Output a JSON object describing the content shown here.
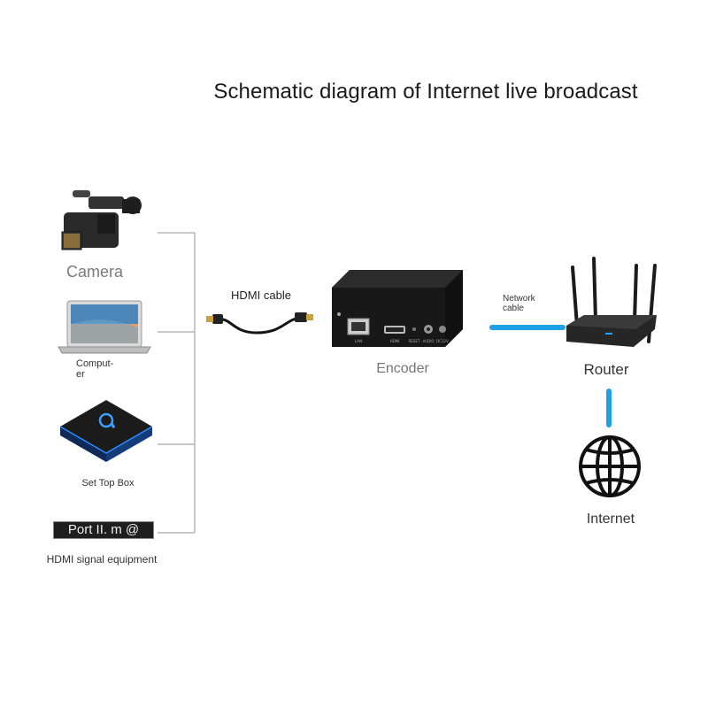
{
  "title": "Schematic diagram of Internet live broadcast",
  "sources": {
    "camera": "Camera",
    "computer_line1": "Comput-",
    "computer_line2": "er",
    "set_top_box": "Set Top Box",
    "port_badge": "Port II. m @",
    "hdmi_equipment": "HDMI signal equipment"
  },
  "cable": {
    "label": "HDMI cable"
  },
  "encoder": {
    "label": "Encoder",
    "port_labels": [
      "LAN",
      "HDMI",
      "RESET",
      "AUDIO",
      "DC12V"
    ]
  },
  "network": {
    "line1": "Network",
    "line2": "cable"
  },
  "router": {
    "label": "Router"
  },
  "internet": {
    "label": "Internet"
  },
  "colors": {
    "network_line": "#1ea0e6",
    "connector_line": "#b5b5b5",
    "device_dark": "#1c1c1c"
  },
  "icons": [
    "video-camera-icon",
    "laptop-icon",
    "set-top-box-icon",
    "hdmi-cable-icon",
    "encoder-box-icon",
    "router-icon",
    "globe-icon"
  ]
}
